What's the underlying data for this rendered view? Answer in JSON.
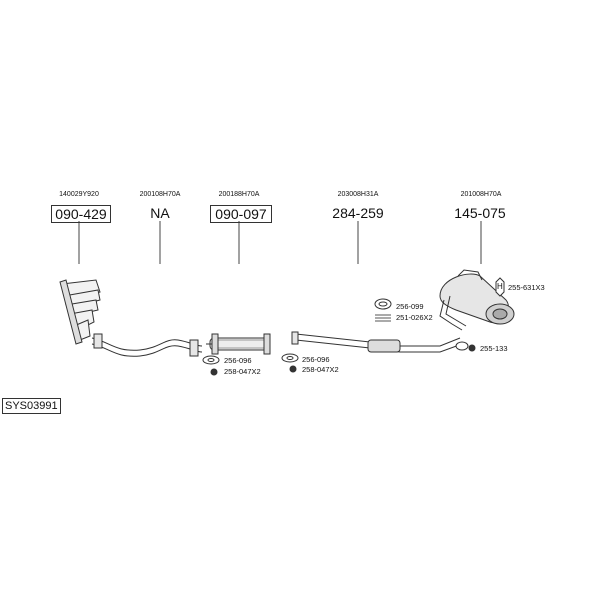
{
  "system_id": "SYS03991",
  "groups": [
    {
      "oem": "140029Y920",
      "part": "090-429",
      "boxed": true
    },
    {
      "oem": "200108H70A",
      "part": "NA",
      "boxed": false
    },
    {
      "oem": "200188H70A",
      "part": "090-097",
      "boxed": true
    },
    {
      "oem": "203008H31A",
      "part": "284-259",
      "boxed": false
    },
    {
      "oem": "201008H70A",
      "part": "145-075",
      "boxed": false
    }
  ],
  "accessories": {
    "a1": "256-096",
    "a2": "258-047X2",
    "a3": "256-096",
    "a4": "258-047X2",
    "a5": "256-099",
    "a6": "251-026X2",
    "a7": "255-631X3",
    "a8": "255-133"
  },
  "hanger_symbol": "H"
}
